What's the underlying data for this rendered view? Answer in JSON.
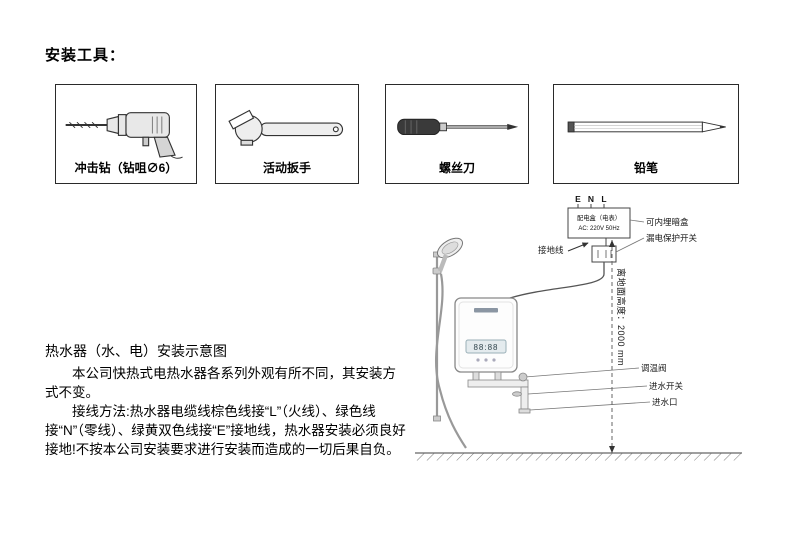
{
  "tools_section": {
    "title": "安装工具："
  },
  "tools": [
    {
      "name": "impact-drill",
      "label": "冲击钻（钻咀∅6）"
    },
    {
      "name": "adjustable-wrench",
      "label": "活动扳手"
    },
    {
      "name": "screwdriver",
      "label": "螺丝刀"
    },
    {
      "name": "pencil",
      "label": "铅笔"
    }
  ],
  "instructions": {
    "heading": "热水器（水、电）安装示意图",
    "para1": "本公司快热式电热水器各系列外观有所不同，其安装方式不变。",
    "para2": "接线方法:热水器电缆线棕色线接“L”（火线）、绿色线接“N”（零线）、绿黄双色线接“E”接地线，热水器安装必须良好接地!不按本公司安装要求进行安装而造成的一切后果自负。"
  },
  "diagram": {
    "wire_labels": [
      "E",
      "N",
      "L"
    ],
    "power_box": {
      "line1": "配电盒（电表）",
      "line2": "AC: 220V 50Hz"
    },
    "labels": {
      "hidden_box": "可内埋暗盒",
      "leakage_switch": "漏电保护开关",
      "ground_wire": "接地线",
      "height": "离地面高度：2000 mm",
      "temp_valve": "调温阀",
      "inlet_switch": "进水开关",
      "inlet": "进水口"
    },
    "heater_display": "88:88"
  }
}
